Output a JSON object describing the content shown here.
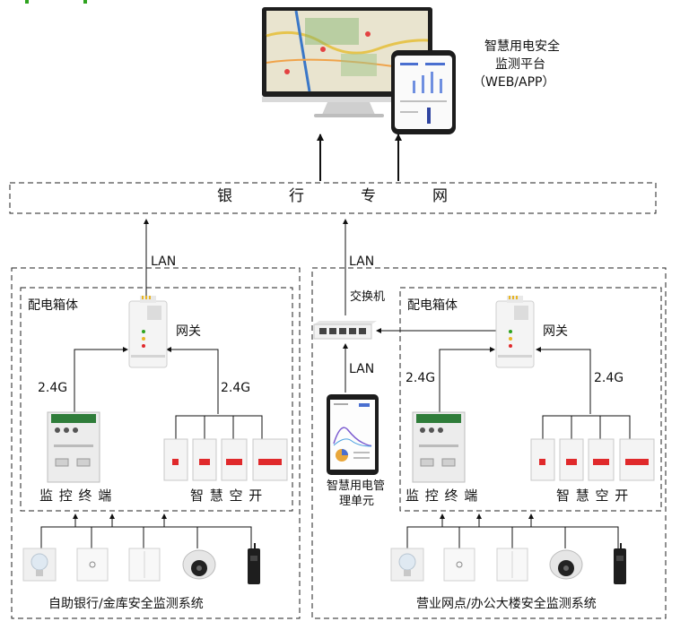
{
  "platform": {
    "line1": "智慧用电安全",
    "line2": "监测平台",
    "line3": "（WEB/APP）"
  },
  "bank_network": {
    "chars": [
      "银",
      "行",
      "专",
      "网"
    ]
  },
  "links": {
    "lan": "LAN",
    "wireless": "2.4G"
  },
  "left_system": {
    "box_title": "配电箱体",
    "gateway_label": "网关",
    "terminal_label": "监 控 终 端",
    "breaker_label": "智 慧 空 开",
    "caption": "自助银行/金库安全监测系统"
  },
  "right_system": {
    "box_title": "配电箱体",
    "gateway_label": "网关",
    "terminal_label": "监 控 终 端",
    "breaker_label": "智 慧 空 开",
    "caption": "营业网点/办公大楼安全监测系统"
  },
  "switch_label": "交换机",
  "tablet": {
    "line1": "智慧用电管",
    "line2": "理单元"
  },
  "sensors": [
    "lamp-socket-icon",
    "wall-socket-icon",
    "light-switch-icon",
    "dome-camera-icon",
    "walkie-talkie-icon"
  ],
  "colors": {
    "accent_green": "#2fa31f",
    "line": "#111111",
    "breaker_red": "#e0292b",
    "tablet_bezel": "#1c1c1c"
  }
}
